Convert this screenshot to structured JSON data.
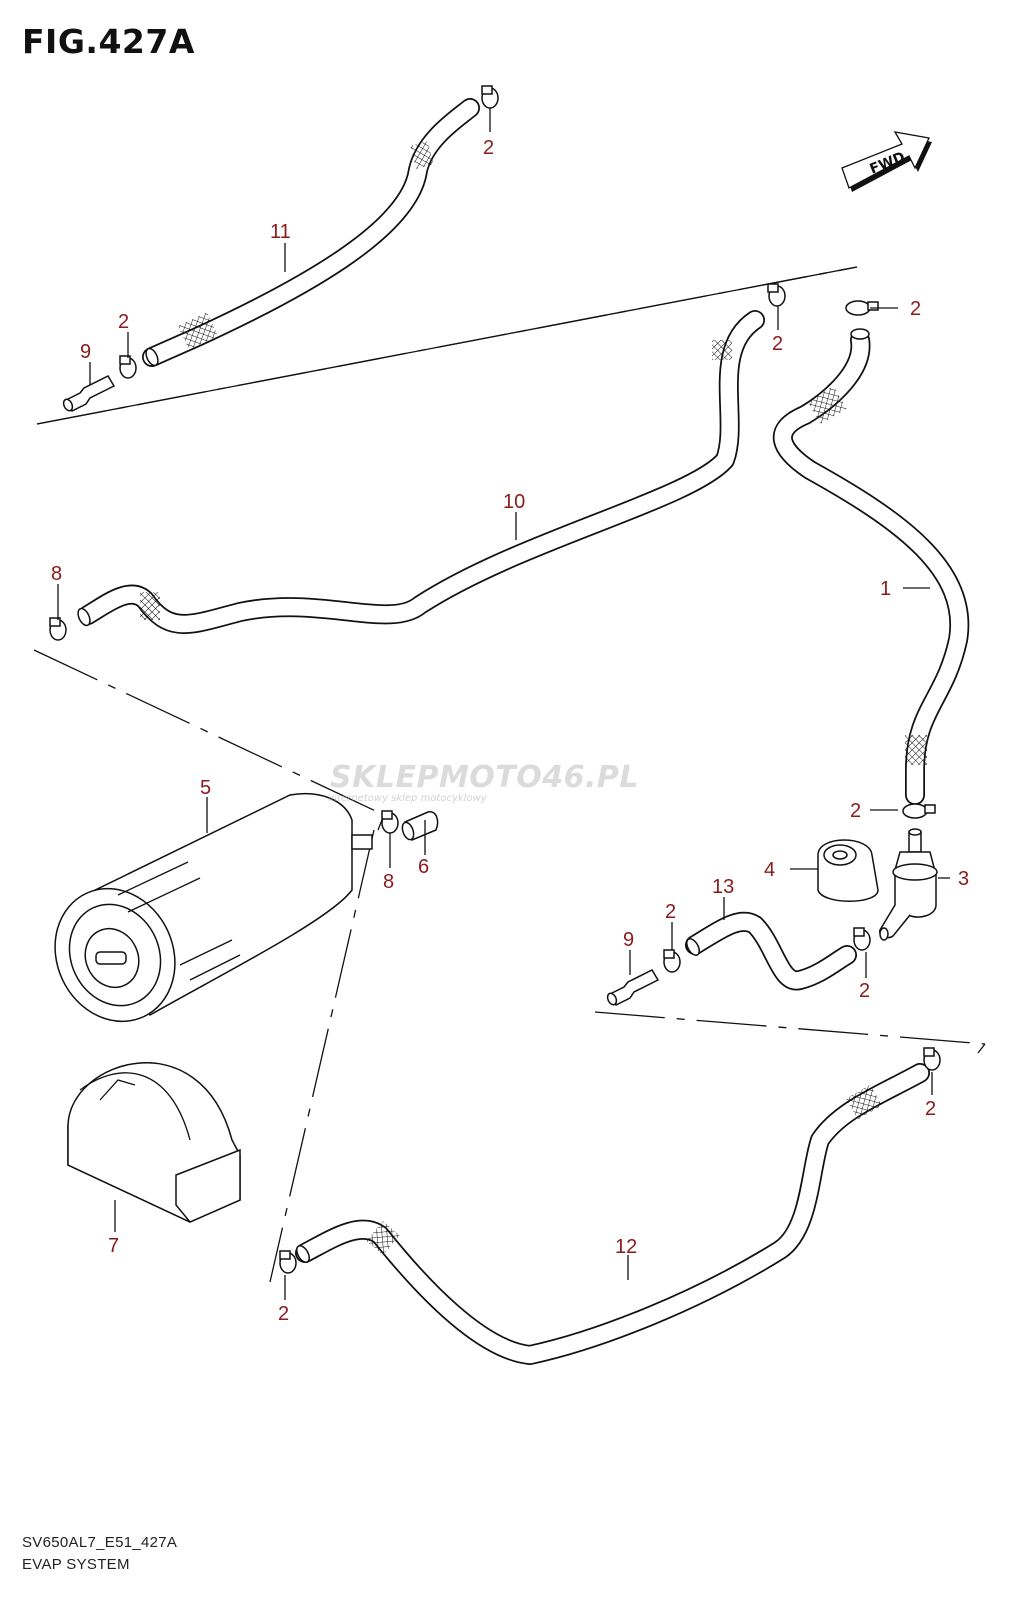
{
  "figure": {
    "title": "FIG.427A",
    "code": "SV650AL7_E51_427A",
    "name": "EVAP SYSTEM"
  },
  "watermark": {
    "text": "SKLEPMOTO46.PL",
    "tagline": "internetowy sklep motocyklowy"
  },
  "fwd_label": "FWD",
  "callouts": {
    "c1": "1",
    "c2a": "2",
    "c2b": "2",
    "c2c": "2",
    "c2d": "2",
    "c2e": "2",
    "c2f": "2",
    "c2g": "2",
    "c2h": "2",
    "c2i": "2",
    "c3": "3",
    "c4": "4",
    "c5": "5",
    "c6": "6",
    "c7": "7",
    "c8a": "8",
    "c8b": "8",
    "c9a": "9",
    "c9b": "9",
    "c10": "10",
    "c11": "11",
    "c12": "12",
    "c13": "13"
  },
  "colors": {
    "callout": "#8b1a1a",
    "line": "#111111"
  }
}
